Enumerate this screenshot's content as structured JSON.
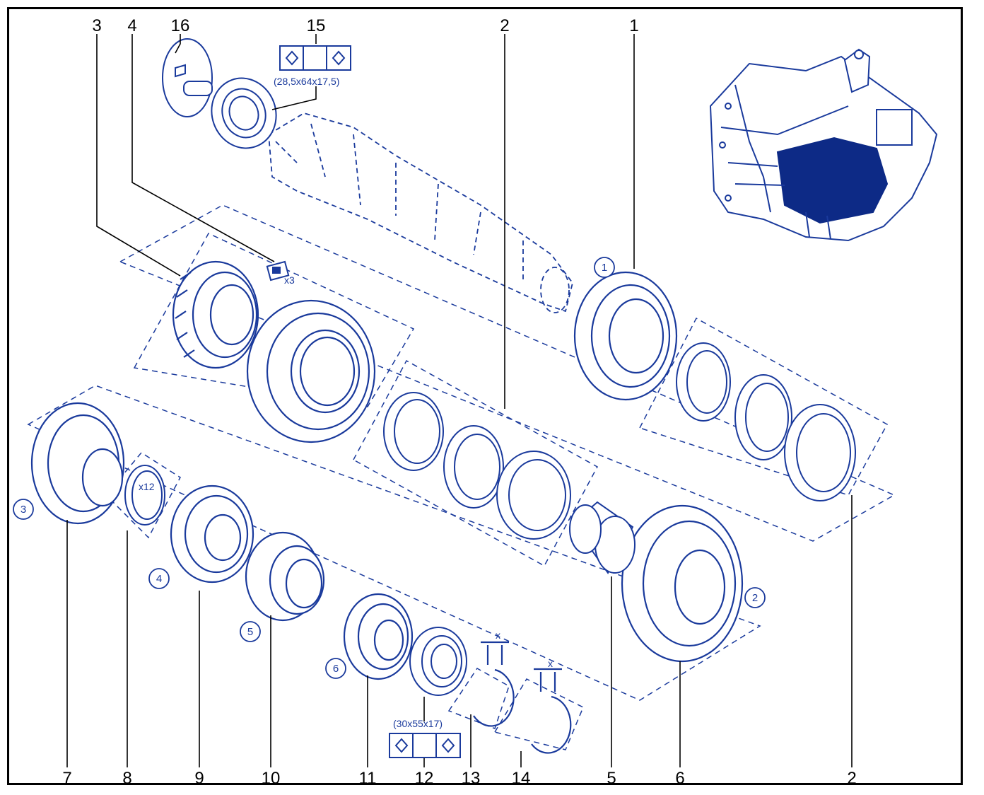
{
  "colors": {
    "line": "#1a3a9c",
    "fill_dark": "#0d2a86",
    "leader": "#000000",
    "background": "#ffffff"
  },
  "callouts_top": [
    "3",
    "4",
    "16",
    "15",
    "2",
    "1"
  ],
  "callouts_bottom": [
    "7",
    "8",
    "9",
    "10",
    "11",
    "12",
    "13",
    "14",
    "5",
    "6",
    "2"
  ],
  "gear_markers": [
    "1",
    "2",
    "3",
    "4",
    "5",
    "6"
  ],
  "quantity_labels": {
    "clips": "x3",
    "needles": "x12"
  },
  "dimension_labels": {
    "bearing_top": "(28,5x64x17,5)",
    "bearing_bottom": "(30x55x17)",
    "gap_a": "x",
    "gap_b": "x"
  },
  "icons": [
    "bearing-orientation-icon",
    "gear-icon",
    "synchro-ring-icon",
    "snap-ring-icon",
    "gearbox-housing-icon"
  ]
}
